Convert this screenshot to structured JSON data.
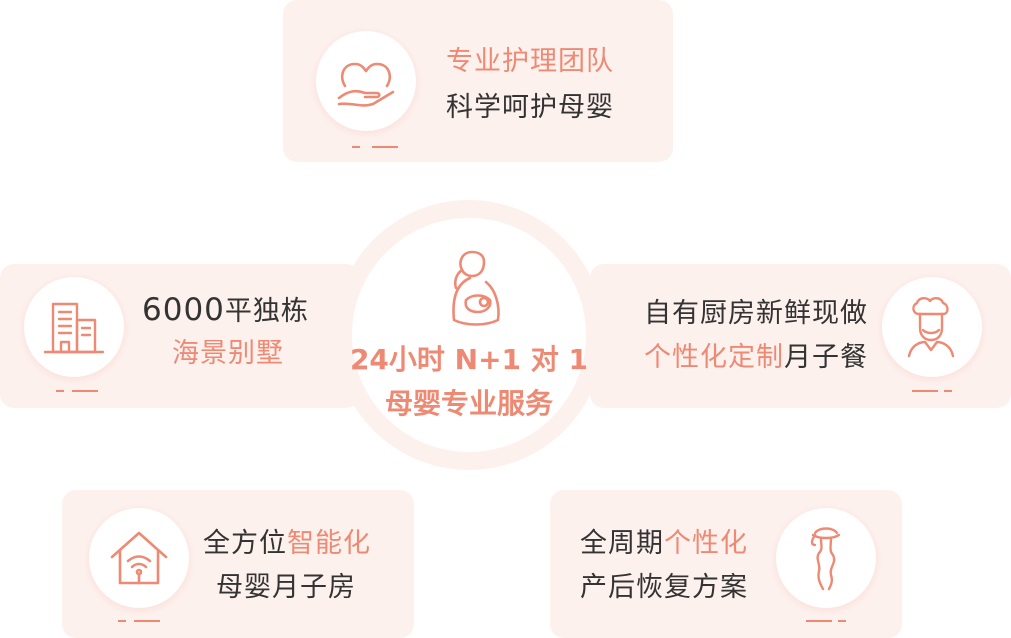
{
  "theme": {
    "accent": "#ee8a74",
    "card_bg": "#fdf1ee",
    "text": "#333333"
  },
  "top": {
    "title": "专业护理团队",
    "subtitle": "科学呵护母婴",
    "icon": "heart-hand-icon"
  },
  "left": {
    "title_number": "6000",
    "title_rest": "平独栋",
    "subtitle": "海景别墅",
    "icon": "buildings-icon"
  },
  "right": {
    "title": "自有厨房新鲜现做",
    "sub_accent": "个性化定制",
    "sub_rest": "月子餐",
    "icon": "chef-icon"
  },
  "center": {
    "line1": "24小时 N+1 对 1",
    "line2": "母婴专业服务",
    "icon": "mother-baby-icon"
  },
  "bottom_left": {
    "title_plain": "全方位",
    "title_accent": "智能化",
    "subtitle": "母婴月子房",
    "icon": "smart-home-icon"
  },
  "bottom_right": {
    "title_plain": "全周期",
    "title_accent": "个性化",
    "subtitle": "产后恢复方案",
    "icon": "body-shape-icon"
  }
}
